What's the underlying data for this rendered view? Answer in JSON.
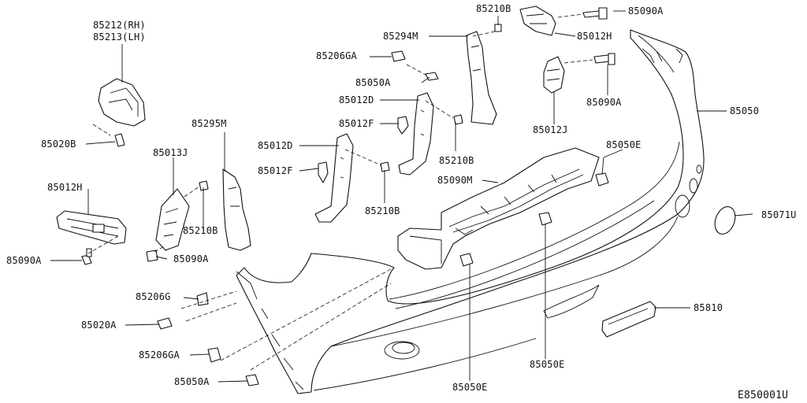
{
  "diagram_id": "E850001U",
  "labels": {
    "p85212": "85212(RH)",
    "p85213": "85213(LH)",
    "p85020B": "85020B",
    "p85012H_left": "85012H",
    "p85090A_left": "85090A",
    "p85013J": "85013J",
    "p85210B_a": "85210B",
    "p85090A_mid": "85090A",
    "p85295M": "85295M",
    "p85206G": "85206G",
    "p85020A": "85020A",
    "p85206GA_bottom": "85206GA",
    "p85050A_bottom": "85050A",
    "p85206GA_top": "85206GA",
    "p85050A_top": "85050A",
    "p85012D_top": "85012D",
    "p85012F_top": "85012F",
    "p85012D_mid": "85012D",
    "p85012F_mid": "85012F",
    "p85210B_b": "85210B",
    "p85210B_c": "85210B",
    "p85294M": "85294M",
    "p85210B_top": "85210B",
    "p85090A_top": "85090A",
    "p85012H_top": "85012H",
    "p85090A_right": "85090A",
    "p85012J": "85012J",
    "p85050": "85050",
    "p85050E_top": "85050E",
    "p85090M": "85090M",
    "p85071U": "85071U",
    "p85810": "85810",
    "p85050E_bottom": "85050E",
    "p85050E_mid": "85050E"
  }
}
